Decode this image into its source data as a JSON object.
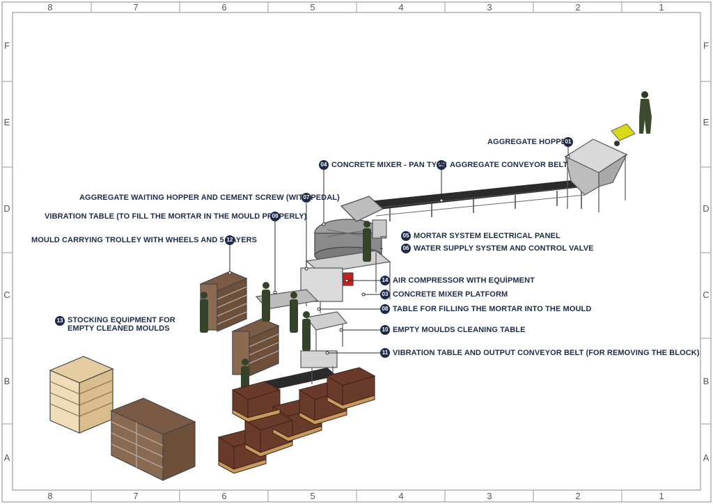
{
  "frame": {
    "columns": [
      "8",
      "7",
      "6",
      "5",
      "4",
      "3",
      "2",
      "1"
    ],
    "rows": [
      "F",
      "E",
      "D",
      "C",
      "B",
      "A"
    ]
  },
  "callouts": [
    {
      "num": "01",
      "text": "AGGREGATE HOPPER"
    },
    {
      "num": "02",
      "text": "AGGREGATE CONVEYOR BELT"
    },
    {
      "num": "03",
      "text": "CONCRETE MIXER PLATFORM"
    },
    {
      "num": "04",
      "text": "CONCRETE MIXER - PAN TYPE"
    },
    {
      "num": "05",
      "text": "MORTAR SYSTEM ELECTRICAL PANEL"
    },
    {
      "num": "06",
      "text": "WATER SUPPLY SYSTEM AND CONTROL VALVE"
    },
    {
      "num": "07",
      "text": "AGGREGATE WAITING HOPPER AND CEMENT SCREW (WITH PEDAL)"
    },
    {
      "num": "08",
      "text": "TABLE FOR FILLING THE MORTAR INTO THE MOULD"
    },
    {
      "num": "09",
      "text": "VIBRATION TABLE (TO FILL THE MORTAR IN THE MOULD PROPERLY)"
    },
    {
      "num": "10",
      "text": "EMPTY MOULDS CLEANING TABLE"
    },
    {
      "num": "11",
      "text": "VIBRATION TABLE AND OUTPUT CONVEYOR BELT (FOR REMOVING THE BLOCK)"
    },
    {
      "num": "12",
      "text": "MOULD CARRYING TROLLEY WITH WHEELS AND 5 LAYERS"
    },
    {
      "num": "13",
      "text_line1": "STOCKING EQUIPMENT FOR",
      "text_line2": "EMPTY CLEANED MOULDS"
    },
    {
      "num": "14",
      "text": "AIR COMPRESSOR WITH EQUİPMENT"
    }
  ]
}
